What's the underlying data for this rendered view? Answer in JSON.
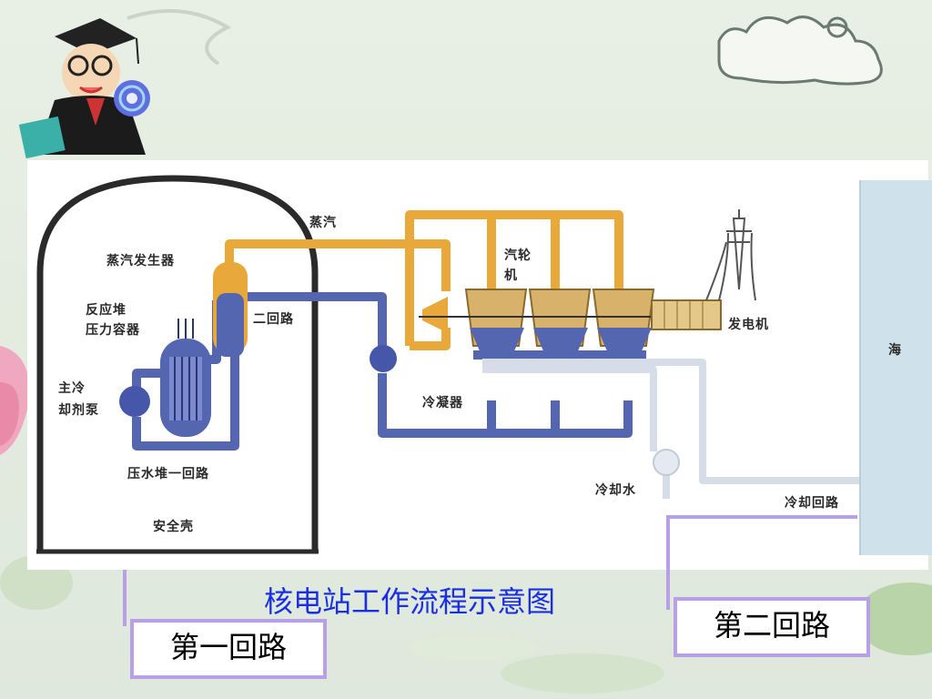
{
  "diagram": {
    "labels": {
      "steam": "蒸汽",
      "steam_generator": "蒸汽发生器",
      "reactor_line1": "反应堆",
      "reactor_line2": "压力容器",
      "second_loop_inner": "二回路",
      "main_pump_line1": "主冷",
      "main_pump_line2": "却剂泵",
      "turbine_line1": "汽轮",
      "turbine_line2": "机",
      "generator": "发电机",
      "condenser": "冷凝器",
      "pwr_first_loop": "压水堆一回路",
      "containment": "安全壳",
      "cooling_water": "冷却水",
      "cooling_loop": "冷却回路",
      "sea": "海"
    },
    "caption": "核电站工作流程示意图"
  },
  "boxes": {
    "first_loop": "第一回路",
    "second_loop": "第二回路"
  },
  "colors": {
    "steam_pipe": "#e8a93a",
    "water_pipe": "#5566b0",
    "cooling_pipe": "#d6dde8",
    "caption": "#1a2fe0",
    "box_border": "#b9a0e6"
  }
}
